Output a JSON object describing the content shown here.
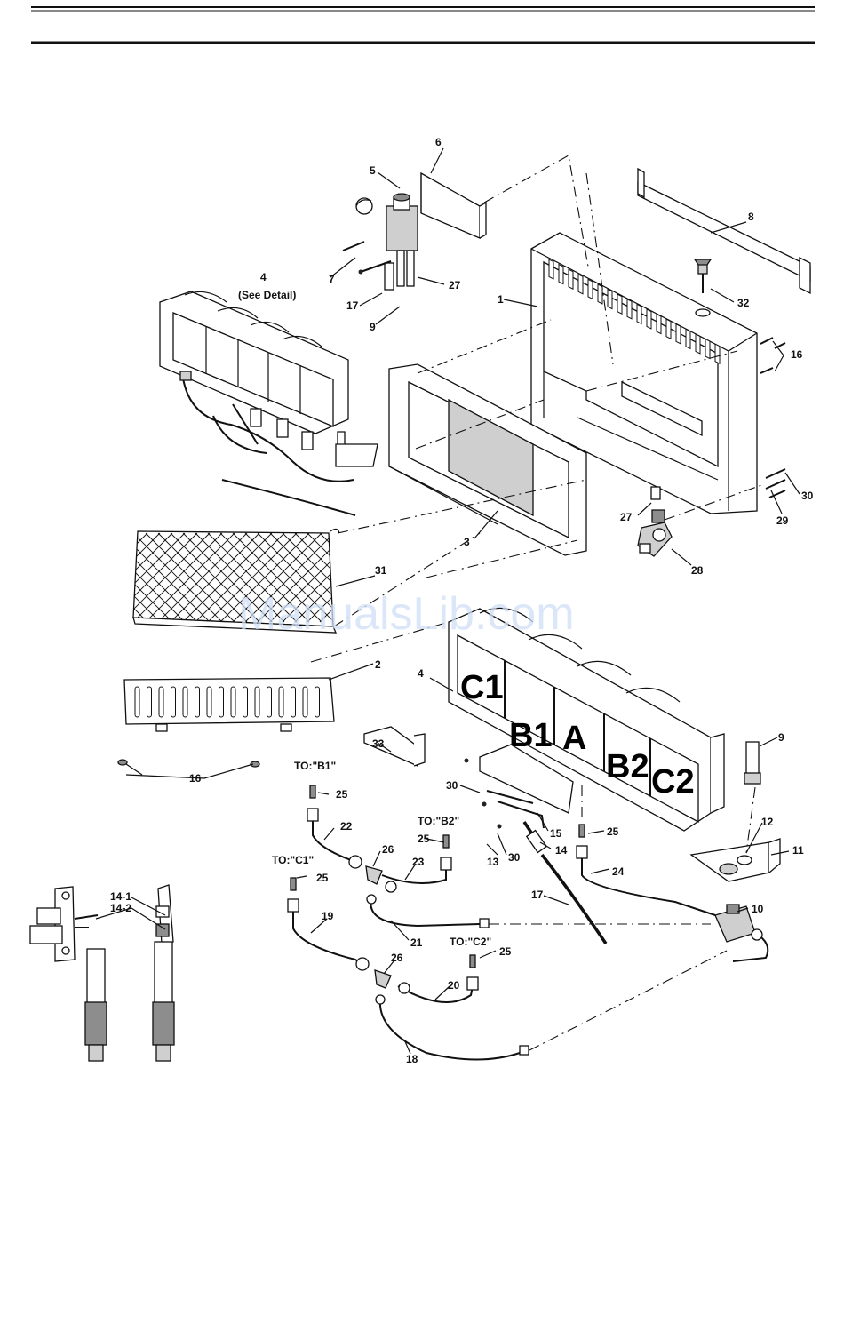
{
  "callouts": {
    "c6": "6",
    "c5": "5",
    "c8": "8",
    "c7": "7",
    "c27a": "27",
    "c17a": "17",
    "c9a": "9",
    "c4a": "4",
    "see_detail": "(See Detail)",
    "c1": "1",
    "c32": "32",
    "c16a": "16",
    "c30a": "30",
    "c29": "29",
    "c27b": "27",
    "c28": "28",
    "c3": "3",
    "c31": "31",
    "c2": "2",
    "c4b": "4",
    "c16b": "16",
    "c33": "33",
    "c9b": "9",
    "to_b1": "TO:\"B1\"",
    "c25a": "25",
    "c22": "22",
    "c30b": "30",
    "c15": "15",
    "c25b": "25",
    "to_b2": "TO:\"B2\"",
    "c25c": "25",
    "c26a": "26",
    "c23": "23",
    "c13": "13",
    "c30c": "30",
    "c14": "14",
    "c24": "24",
    "c12": "12",
    "c11": "11",
    "to_c1": "TO:\"C1\"",
    "c25d": "25",
    "c17b": "17",
    "c10": "10",
    "c14_1": "14-1",
    "c14_2": "14-2",
    "c19": "19",
    "c21": "21",
    "to_c2": "TO:\"C2\"",
    "c25e": "25",
    "c26b": "26",
    "c20": "20",
    "c18": "18"
  },
  "burner_labels": {
    "c1": "C1",
    "b1": "B1",
    "a": "A",
    "b2": "B2",
    "c2": "C2"
  },
  "watermark": "ManualsLib.com"
}
